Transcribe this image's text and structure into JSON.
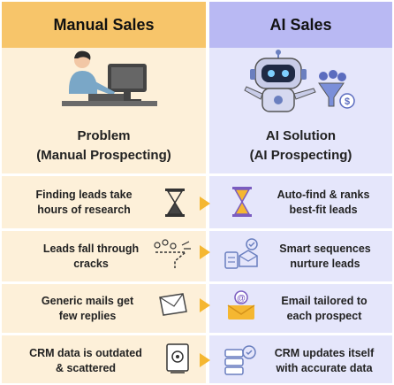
{
  "header": {
    "left_title": "Manual Sales",
    "right_title": "AI Sales"
  },
  "section": {
    "left_title_line1": "Problem",
    "left_title_line2": "(Manual Prospecting)",
    "right_title_line1": "AI Solution",
    "right_title_line2": "(AI Prospecting)"
  },
  "rows": [
    {
      "problem_line1": "Finding leads take",
      "problem_line2": "hours of research",
      "problem_icon": "hourglass-icon",
      "solution_line1": "Auto-find & ranks",
      "solution_line2": "best-fit leads",
      "solution_icon": "hourglass-fast-icon"
    },
    {
      "problem_line1": "Leads fall through",
      "problem_line2": "cracks",
      "problem_icon": "broken-funnel-icon",
      "solution_line1": "Smart sequences",
      "solution_line2": "nurture leads",
      "solution_icon": "sequence-icon"
    },
    {
      "problem_line1": "Generic mails get",
      "problem_line2": "few replies",
      "problem_icon": "envelope-icon",
      "solution_line1": "Email tailored to",
      "solution_line2": "each prospect",
      "solution_icon": "personal-email-icon"
    },
    {
      "problem_line1": "CRM data is outdated",
      "problem_line2": "& scattered",
      "problem_icon": "settings-document-icon",
      "solution_line1": "CRM updates itself",
      "solution_line2": "with accurate data",
      "solution_icon": "database-sync-icon"
    }
  ],
  "colors": {
    "left_header": "#f7c56a",
    "right_header": "#b9b9f3",
    "left_panel": "#fdf0d9",
    "right_panel": "#e5e6fb",
    "arrow": "#f5b731"
  }
}
